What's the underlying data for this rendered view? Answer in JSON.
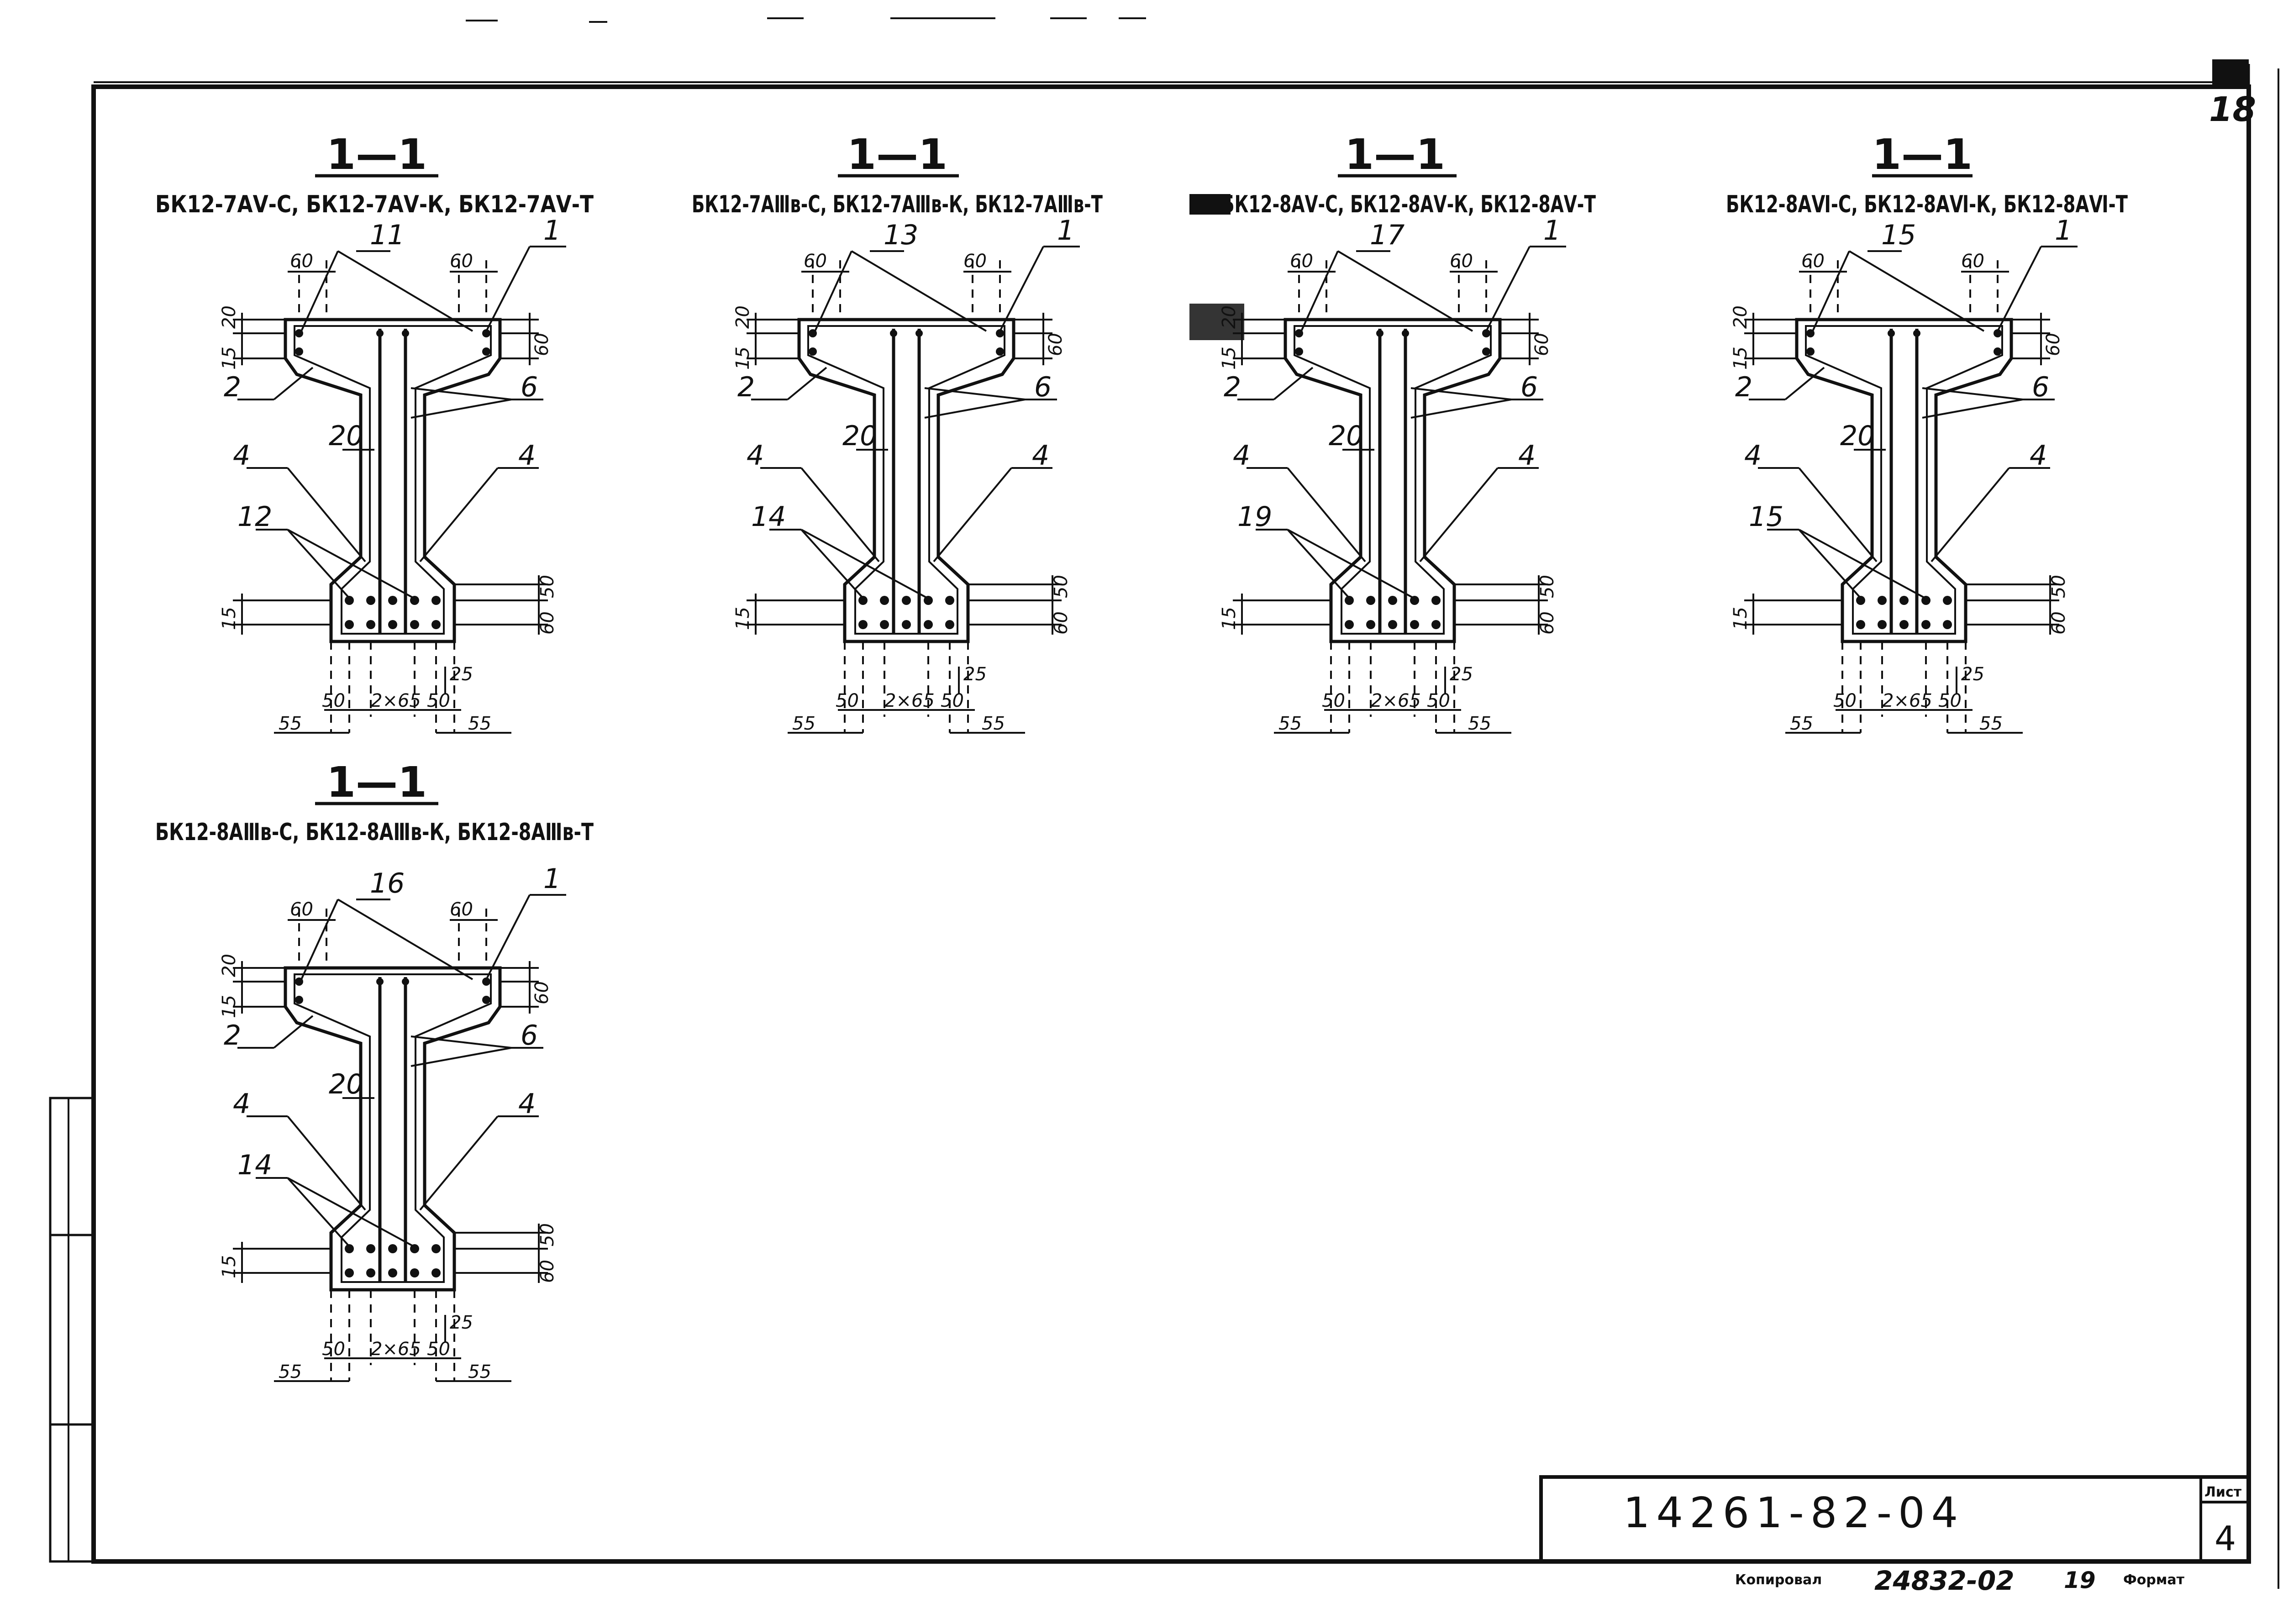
{
  "sections": [
    {
      "title": "1—1",
      "subtitle": "БК12-7АⅤ-С, БК12-7АⅤ-К, БК12-7АⅤ-Т",
      "labels": {
        "top_bars": "11",
        "corner": "1",
        "flange": "2",
        "web_bars": "6",
        "side_left": "4",
        "side_right": "4",
        "web_width": "20",
        "bottom_bars": "12"
      },
      "dims": {
        "top_left": "60",
        "top_right": "60",
        "flange_top": "20",
        "flange_bot": "15",
        "flange_right": "60",
        "bot_left": "15",
        "bot_right_a": "50",
        "bot_right_b": "60",
        "b_25": "25",
        "b_50l": "50",
        "b_2x65": "2×65",
        "b_50r": "50",
        "b_55l": "55",
        "b_55r": "55"
      }
    },
    {
      "title": "1—1",
      "subtitle": "БК12-7АⅢв-С, БК12-7АⅢв-К, БК12-7АⅢв-Т",
      "labels": {
        "top_bars": "13",
        "corner": "1",
        "flange": "2",
        "web_bars": "6",
        "side_left": "4",
        "side_right": "4",
        "web_width": "20",
        "bottom_bars": "14"
      },
      "dims": {
        "top_left": "60",
        "top_right": "60",
        "flange_top": "20",
        "flange_bot": "15",
        "flange_right": "60",
        "bot_left": "15",
        "bot_right_a": "50",
        "bot_right_b": "60",
        "b_25": "25",
        "b_50l": "50",
        "b_2x65": "2×65",
        "b_50r": "50",
        "b_55l": "55",
        "b_55r": "55"
      }
    },
    {
      "title": "1—1",
      "subtitle": "БК12-8АⅤ-С, БК12-8АⅤ-К, БК12-8АⅤ-Т",
      "labels": {
        "top_bars": "17",
        "corner": "1",
        "flange": "2",
        "web_bars": "6",
        "side_left": "4",
        "side_right": "4",
        "web_width": "20",
        "bottom_bars": "19"
      },
      "dims": {
        "top_left": "60",
        "top_right": "60",
        "flange_top": "20",
        "flange_bot": "15",
        "flange_right": "60",
        "bot_left": "15",
        "bot_right_a": "50",
        "bot_right_b": "60",
        "b_25": "25",
        "b_50l": "50",
        "b_2x65": "2×65",
        "b_50r": "50",
        "b_55l": "55",
        "b_55r": "55"
      }
    },
    {
      "title": "1—1",
      "subtitle": "БК12-8АⅥ-С, БК12-8АⅥ-К, БК12-8АⅥ-Т",
      "labels": {
        "top_bars": "15",
        "corner": "1",
        "flange": "2",
        "web_bars": "6",
        "side_left": "4",
        "side_right": "4",
        "web_width": "20",
        "bottom_bars": "15"
      },
      "dims": {
        "top_left": "60",
        "top_right": "60",
        "flange_top": "20",
        "flange_bot": "15",
        "flange_right": "60",
        "bot_left": "15",
        "bot_right_a": "50",
        "bot_right_b": "60",
        "b_25": "25",
        "b_50l": "50",
        "b_2x65": "2×65",
        "b_50r": "50",
        "b_55l": "55",
        "b_55r": "55"
      }
    },
    {
      "title": "1—1",
      "subtitle": "БК12-8АⅢв-С, БК12-8АⅢв-К, БК12-8АⅢв-Т",
      "labels": {
        "top_bars": "16",
        "corner": "1",
        "flange": "2",
        "web_bars": "6",
        "side_left": "4",
        "side_right": "4",
        "web_width": "20",
        "bottom_bars": "14"
      },
      "dims": {
        "top_left": "60",
        "top_right": "60",
        "flange_top": "20",
        "flange_bot": "15",
        "flange_right": "60",
        "bot_left": "15",
        "bot_right_a": "50",
        "bot_right_b": "60",
        "b_25": "25",
        "b_50l": "50",
        "b_2x65": "2×65",
        "b_50r": "50",
        "b_55l": "55",
        "b_55r": "55"
      }
    }
  ],
  "title_block": {
    "doc_code": "14261-82-04",
    "sheet_label": "Лист",
    "sheet_number": "4",
    "copied_label": "Копировал",
    "order_number": "24832-02",
    "order_suffix": "19",
    "format_label": "Формат"
  },
  "corner_tab": "18"
}
